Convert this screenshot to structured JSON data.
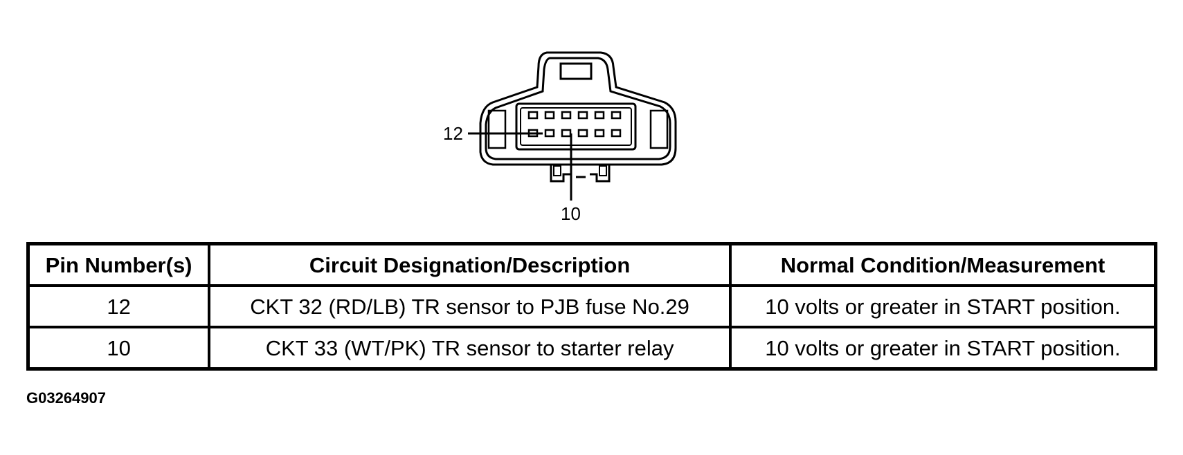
{
  "connector": {
    "callouts": [
      {
        "pin": "12"
      },
      {
        "pin": "10"
      }
    ]
  },
  "table": {
    "headers": [
      "Pin Number(s)",
      "Circuit Designation/Description",
      "Normal Condition/Measurement"
    ],
    "rows": [
      {
        "pin": "12",
        "circuit": "CKT 32 (RD/LB) TR sensor to PJB fuse No.29",
        "condition": "10 volts or greater in START position."
      },
      {
        "pin": "10",
        "circuit": "CKT 33 (WT/PK) TR sensor to starter relay",
        "condition": "10 volts or greater in START position."
      }
    ]
  },
  "figure_id": "G03264907"
}
